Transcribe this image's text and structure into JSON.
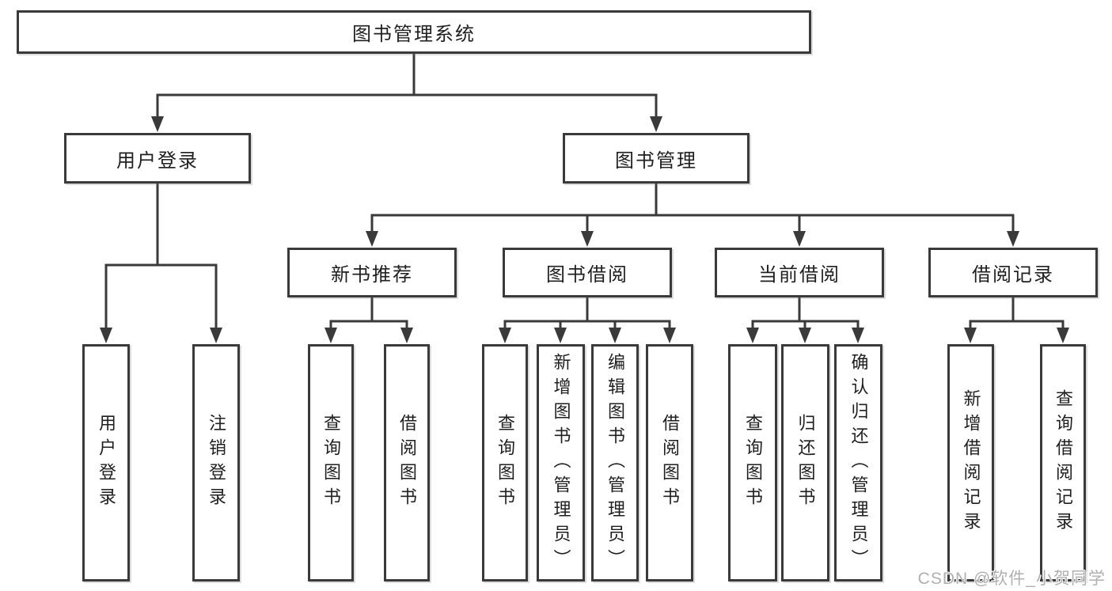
{
  "colors": {
    "line": "#3a3a3a",
    "box_border": "#3a3a3a",
    "text": "#1f1f1f",
    "background": "#ffffff",
    "watermark": "#b0b0b0"
  },
  "tree": {
    "root": {
      "label": "图书管理系统"
    },
    "branches": [
      {
        "label": "用户登录",
        "leaves": [
          "用户登录",
          "注销登录"
        ]
      },
      {
        "label": "图书管理",
        "sections": [
          {
            "label": "新书推荐",
            "leaves": [
              "查询图书",
              "借阅图书"
            ]
          },
          {
            "label": "图书借阅",
            "leaves": [
              "查询图书",
              "新增图书（管理员）",
              "编辑图书（管理员）",
              "借阅图书"
            ]
          },
          {
            "label": "当前借阅",
            "leaves": [
              "查询图书",
              "归还图书",
              "确认归还（管理员）"
            ]
          },
          {
            "label": "借阅记录",
            "leaves": [
              "新增借阅记录",
              "查询借阅记录"
            ]
          }
        ]
      }
    ]
  },
  "watermark": "CSDN @软件_小贺同学"
}
